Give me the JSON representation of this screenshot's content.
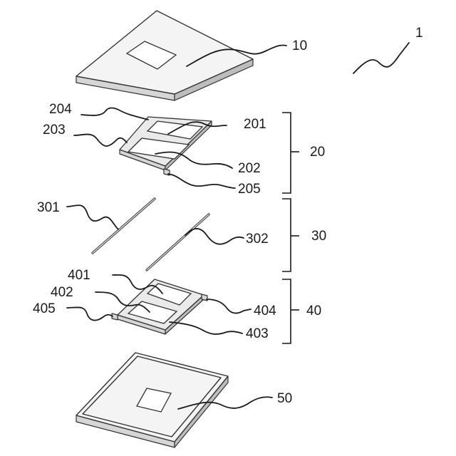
{
  "labels": {
    "assembly": "1",
    "top_plate": "10",
    "group_20": "20",
    "group_30": "30",
    "group_40": "40",
    "bottom_plate": "50",
    "p201": "201",
    "p202": "202",
    "p203": "203",
    "p204": "204",
    "p205": "205",
    "p301": "301",
    "p302": "302",
    "p401": "401",
    "p402": "402",
    "p403": "403",
    "p404": "404",
    "p405": "405"
  },
  "colors": {
    "line": "#1a1a1a",
    "plate_top": "#f4f4f4",
    "plate_side": "#d6d6d6",
    "background": "#ffffff"
  }
}
